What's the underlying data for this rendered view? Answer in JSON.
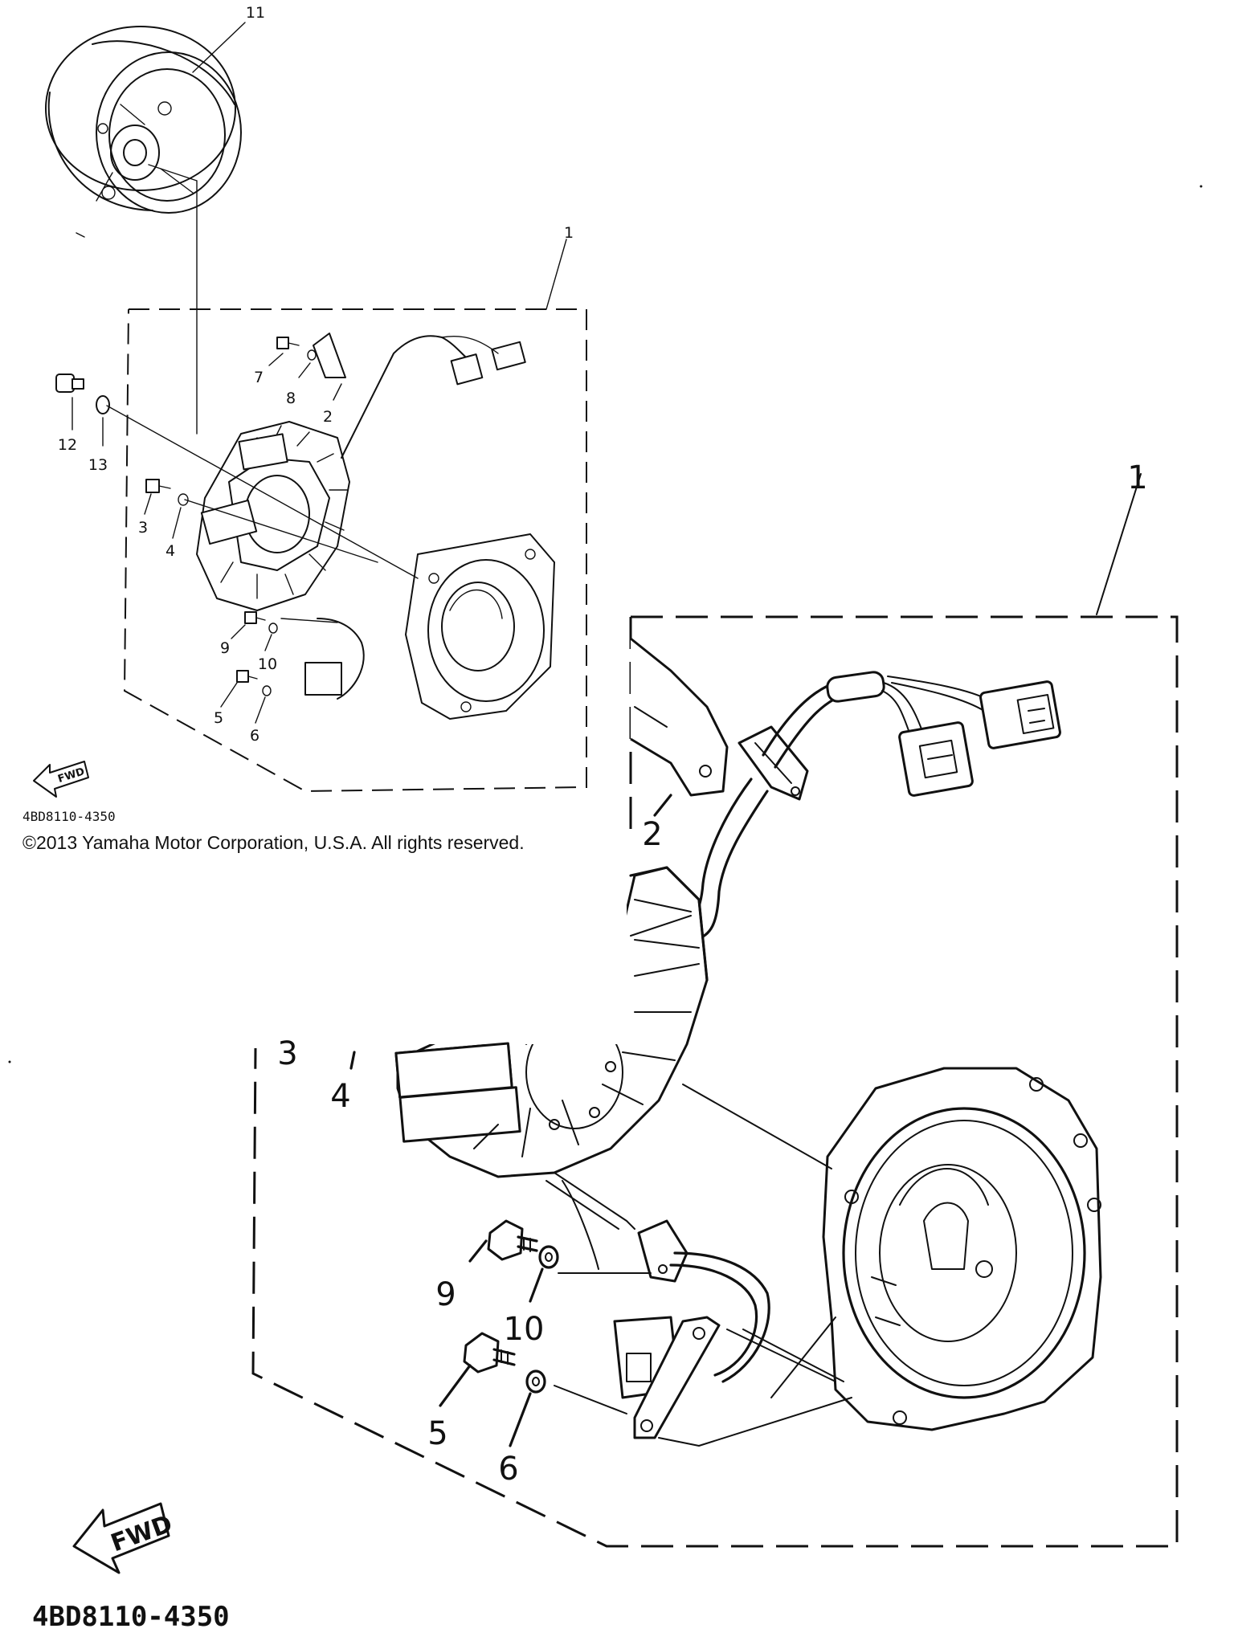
{
  "copyright": "©2013 Yamaha Motor Corporation, U.S.A. All rights reserved.",
  "small_diagram": {
    "drawing_code": "4BD8110-4350",
    "fwd_label": "FWD",
    "callouts": [
      "11",
      "1",
      "7",
      "8",
      "2",
      "12",
      "13",
      "3",
      "4",
      "9",
      "10",
      "5",
      "6"
    ]
  },
  "large_diagram": {
    "drawing_code": "4BD8110-4350",
    "fwd_label": "FWD",
    "callouts": [
      "1",
      "2",
      "3",
      "4",
      "9",
      "10",
      "5",
      "6"
    ]
  }
}
